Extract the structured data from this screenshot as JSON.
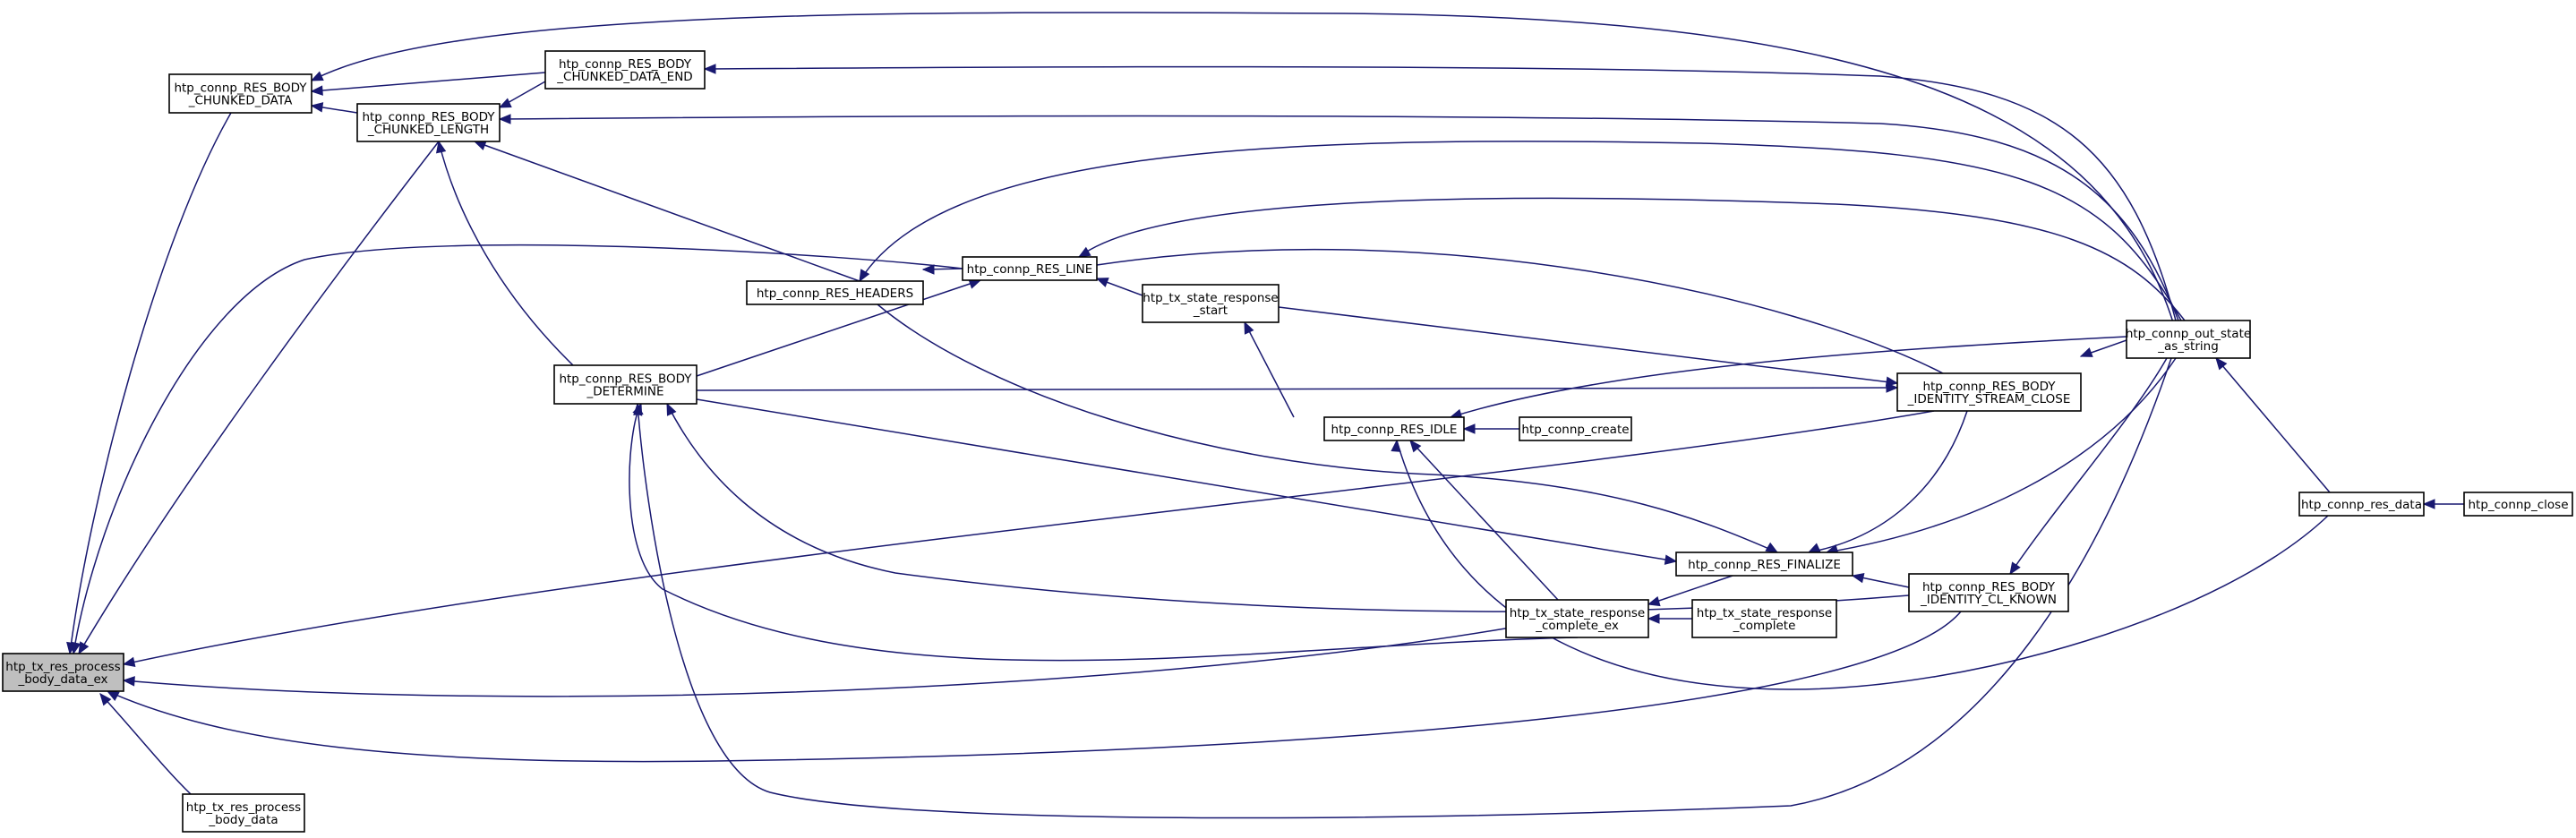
{
  "graph": {
    "nodes": [
      {
        "id": "tx_res_process_body_data_ex",
        "lines": [
          "htp_tx_res_process",
          "_body_data_ex"
        ],
        "current": true
      },
      {
        "id": "tx_res_process_body_data",
        "lines": [
          "htp_tx_res_process",
          "_body_data"
        ]
      },
      {
        "id": "res_body_chunked_data",
        "lines": [
          "htp_connp_RES_BODY",
          "_CHUNKED_DATA"
        ]
      },
      {
        "id": "res_body_chunked_data_end",
        "lines": [
          "htp_connp_RES_BODY",
          "_CHUNKED_DATA_END"
        ]
      },
      {
        "id": "res_body_chunked_length",
        "lines": [
          "htp_connp_RES_BODY",
          "_CHUNKED_LENGTH"
        ]
      },
      {
        "id": "res_headers",
        "lines": [
          "htp_connp_RES_HEADERS"
        ]
      },
      {
        "id": "res_line",
        "lines": [
          "htp_connp_RES_LINE"
        ]
      },
      {
        "id": "res_body_determine",
        "lines": [
          "htp_connp_RES_BODY",
          "_DETERMINE"
        ]
      },
      {
        "id": "tx_state_response_start",
        "lines": [
          "htp_tx_state_response",
          "_start"
        ]
      },
      {
        "id": "res_idle",
        "lines": [
          "htp_connp_RES_IDLE"
        ]
      },
      {
        "id": "connp_create",
        "lines": [
          "htp_connp_create"
        ]
      },
      {
        "id": "res_finalize",
        "lines": [
          "htp_connp_RES_FINALIZE"
        ]
      },
      {
        "id": "tx_state_response_complete_ex",
        "lines": [
          "htp_tx_state_response",
          "_complete_ex"
        ]
      },
      {
        "id": "tx_state_response_complete",
        "lines": [
          "htp_tx_state_response",
          "_complete"
        ]
      },
      {
        "id": "res_body_identity_stream_close",
        "lines": [
          "htp_connp_RES_BODY",
          "_IDENTITY_STREAM_CLOSE"
        ]
      },
      {
        "id": "res_body_identity_cl_known",
        "lines": [
          "htp_connp_RES_BODY",
          "_IDENTITY_CL_KNOWN"
        ]
      },
      {
        "id": "out_state_as_string",
        "lines": [
          "htp_connp_out_state",
          "_as_string"
        ]
      },
      {
        "id": "res_data",
        "lines": [
          "htp_connp_res_data"
        ]
      },
      {
        "id": "connp_close",
        "lines": [
          "htp_connp_close"
        ]
      }
    ]
  }
}
